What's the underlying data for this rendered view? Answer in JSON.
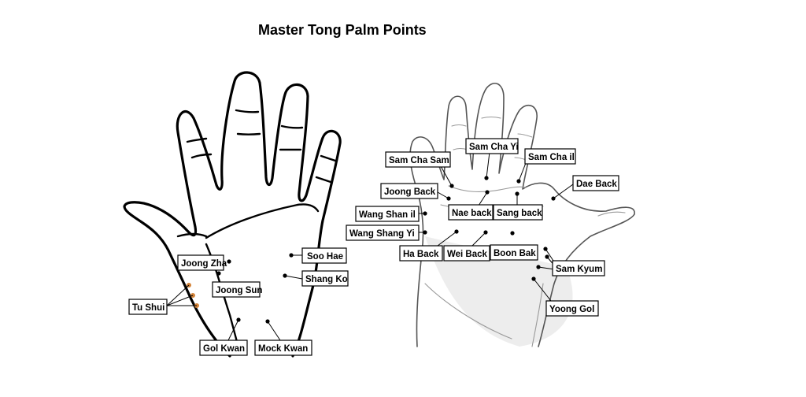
{
  "title": "Master Tong Palm Points",
  "left_hand": {
    "labels": {
      "joong_zha": "Joong Zha",
      "joong_sun": "Joong Sun",
      "tu_shui": "Tu Shui",
      "gol_kwan": "Gol Kwan",
      "mock_kwan": "Mock Kwan",
      "soo_hae": "Soo Hae",
      "shang_ko": "Shang Ko"
    },
    "tu_shui_dot_color": "#d4843a"
  },
  "right_hand": {
    "labels": {
      "sam_cha_sam": "Sam Cha Sam",
      "sam_cha_yi": "Sam Cha Yi",
      "sam_cha_il": "Sam Cha il",
      "dae_back": "Dae Back",
      "joong_back": "Joong Back",
      "wang_shan_il": "Wang Shan il",
      "nae_back": "Nae back",
      "sang_back": "Sang back",
      "wang_shang_yi": "Wang Shang Yi",
      "ha_back": "Ha Back",
      "wei_back": "Wei Back",
      "boon_bak": "Boon Bak",
      "sam_kyum": "Sam Kyum",
      "yoong_gol": "Yoong Gol"
    }
  }
}
